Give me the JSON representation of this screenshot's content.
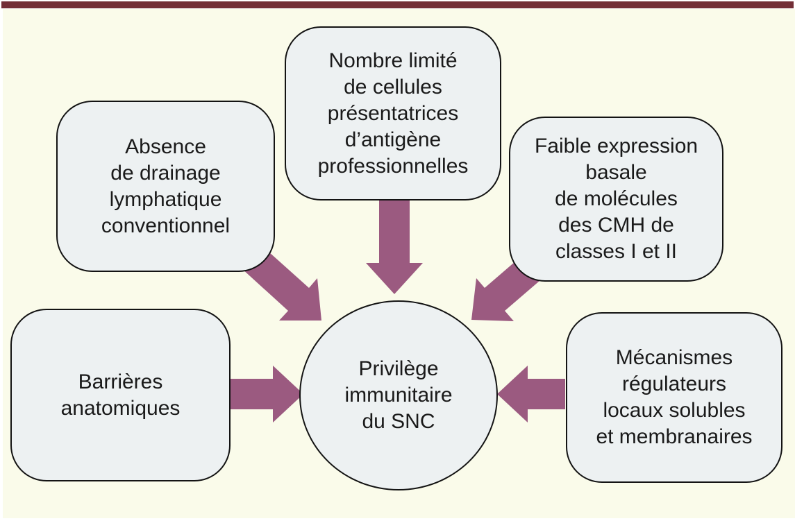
{
  "colors": {
    "top_bar": "#732e36",
    "panel_background": "#fafbea",
    "node_fill": "#edf1f2",
    "node_border": "#131313",
    "arrow": "#9b5a80",
    "text": "#1a1a1a"
  },
  "diagram": {
    "center_node": {
      "label": "Privilège\nimmunitaire\ndu SNC"
    },
    "factor_nodes": {
      "absence_drainage": {
        "label": "Absence\nde drainage\nlymphatique\nconventionnel"
      },
      "nombre_limite": {
        "label": "Nombre limité\nde cellules\nprésentatrices\nd’antigène\nprofessionnelles"
      },
      "faible_expression": {
        "label": "Faible expression\nbasale\nde molécules\ndes CMH de\nclasses I et II"
      },
      "barrieres": {
        "label": "Barrières\nanatomiques"
      },
      "mecanismes": {
        "label": "Mécanismes\nrégulateurs\nlocaux solubles\net membranaires"
      }
    }
  }
}
